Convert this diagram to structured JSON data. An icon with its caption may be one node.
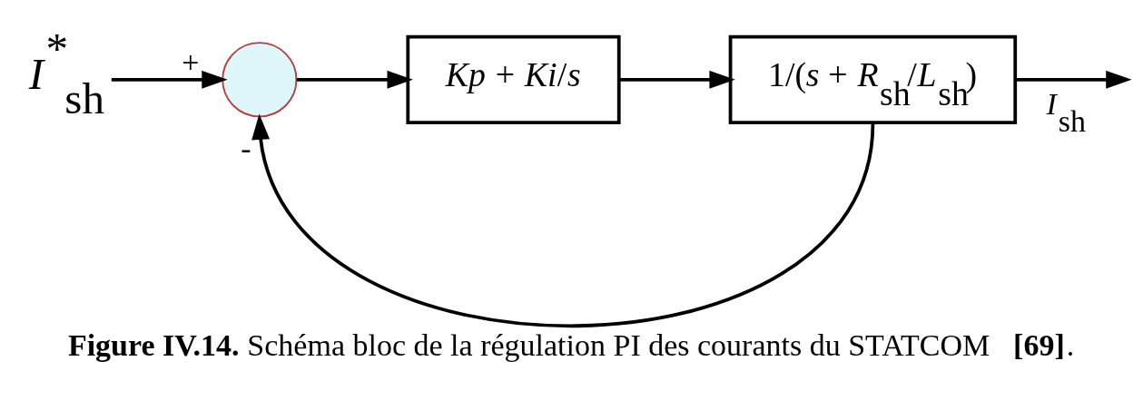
{
  "diagram": {
    "caption": "**Figure IV.14.** Schéma bloc de la régulation PI des courants du STATCOM  **[69]**.",
    "nodes": [
      {
        "text": [
          "*I*$^{*}$$_{sh}$"
        ]
      },
      {
        "text": [],
        "shape": "circle"
      },
      {
        "text": [
          "*Kp* + *Ki*/*s*"
        ]
      },
      {
        "text": [
          "1/(*s* + *R*$_{sh}$/*L*$_{sh}$)"
        ]
      }
    ],
    "edges": [
      {
        "from": 0,
        "to": 1,
        "arrow": "to",
        "label": "+"
      },
      {
        "from": 1,
        "to": 2,
        "arrow": "to"
      },
      {
        "from": 2,
        "to": 3,
        "arrow": "to"
      },
      {
        "from": 3,
        "to": null,
        "arrow": "to",
        "label": "*I*$_{sh}$"
      },
      {
        "from": 3,
        "to": 1,
        "arrow": "to",
        "label": "-"
      }
    ]
  }
}
